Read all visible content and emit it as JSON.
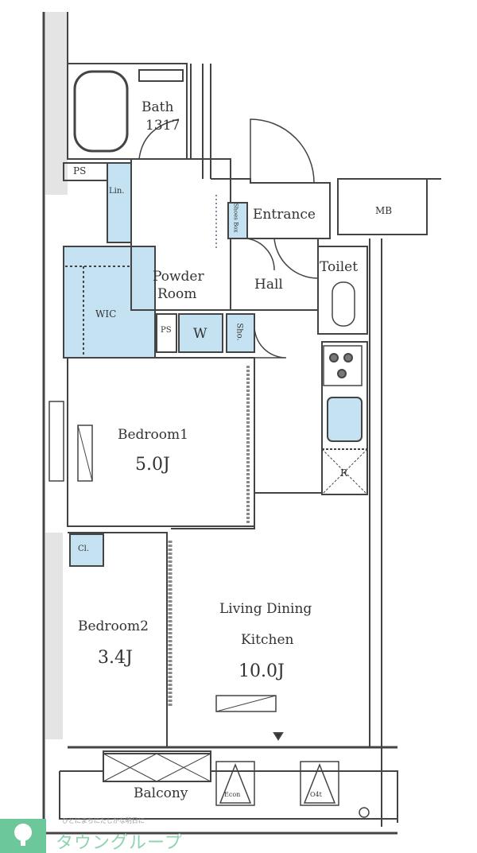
{
  "rooms": {
    "bath": "Bath",
    "bath_size": "1317",
    "ps_top": "PS",
    "linen": "Lin.",
    "shoes": "Shoes Box",
    "entrance": "Entrance",
    "mb": "MB",
    "powder": "Powder",
    "powder2": "Room",
    "hall": "Hall",
    "toilet": "Toilet",
    "wic": "WIC",
    "ps_mid": "PS",
    "washer": "W",
    "shoe_small": "Sho.",
    "bedroom1": "Bedroom1",
    "bedroom1_size": "5.0J",
    "fridge": "R",
    "closet": "Cl.",
    "bedroom2": "Bedroom2",
    "bedroom2_size": "3.4J",
    "ldk1": "Living Dining",
    "ldk2": "Kitchen",
    "ldk_size": "10.0J",
    "balcony": "Balcony",
    "econ": "Econ",
    "outdoor": "O4t"
  },
  "logo": {
    "name": "タウングループ",
    "tagline": "ひとにまちにたしかな明日に"
  },
  "colors": {
    "closet_blue": "#c5e2f2",
    "wall": "#444444",
    "logo_green": "#6cc79a"
  }
}
